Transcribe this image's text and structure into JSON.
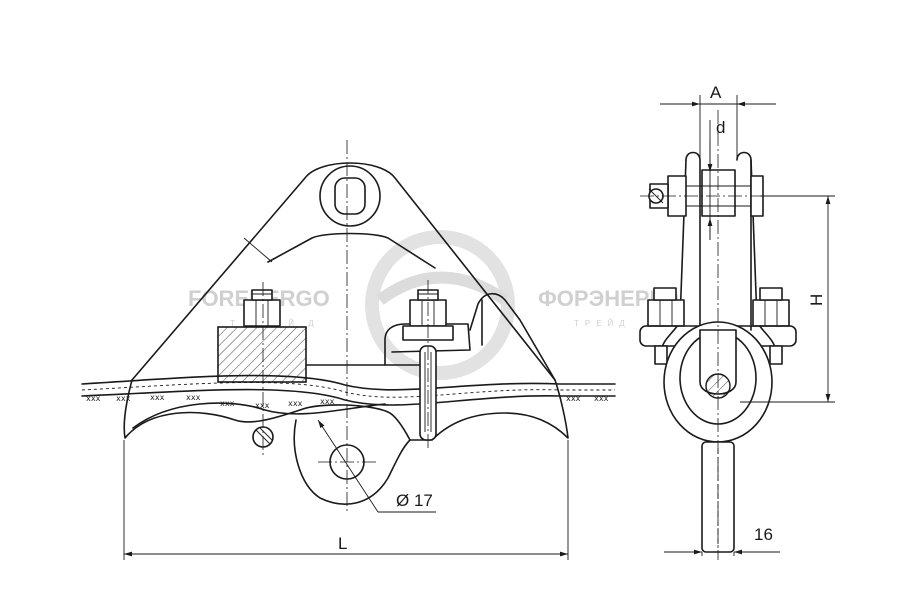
{
  "dimensions": {
    "length": "L",
    "height": "H",
    "width": "A",
    "pin_diameter": "d",
    "hole_diameter": "Ø 17",
    "rod_width": "16"
  },
  "watermark": {
    "left_brand": "FORENERGO",
    "left_sub": "Т Р Е Й Д",
    "right_brand": "ФОРЭНЕРГО",
    "right_sub": "ТРЕЙД"
  },
  "cable_marks": "xxx"
}
